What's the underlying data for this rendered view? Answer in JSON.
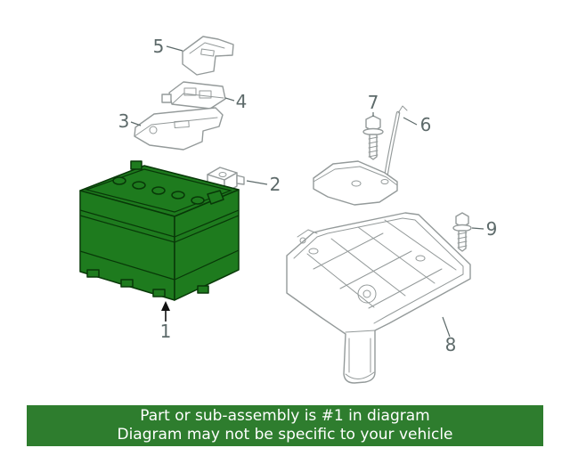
{
  "colors": {
    "highlight": "#1e7b1e",
    "highlight_stroke": "#083808",
    "line": "#949a9a",
    "label": "#5d6a6a",
    "banner_bg": "#2e7d2e",
    "banner_text": "#ffffff",
    "arrow": "#111111"
  },
  "banner": {
    "line1": "Part or sub-assembly is #1 in diagram",
    "line2": "Diagram may not be specific to your vehicle"
  },
  "diagram": {
    "callouts": [
      {
        "num": "1",
        "part": "battery"
      },
      {
        "num": "2",
        "part": "battery-terminal"
      },
      {
        "num": "3",
        "part": "battery-bracket"
      },
      {
        "num": "4",
        "part": "fuse-block"
      },
      {
        "num": "5",
        "part": "cover-bracket"
      },
      {
        "num": "6",
        "part": "hold-down-clamp"
      },
      {
        "num": "7",
        "part": "clamp-bolt"
      },
      {
        "num": "8",
        "part": "battery-tray"
      },
      {
        "num": "9",
        "part": "tray-bolt"
      }
    ]
  }
}
